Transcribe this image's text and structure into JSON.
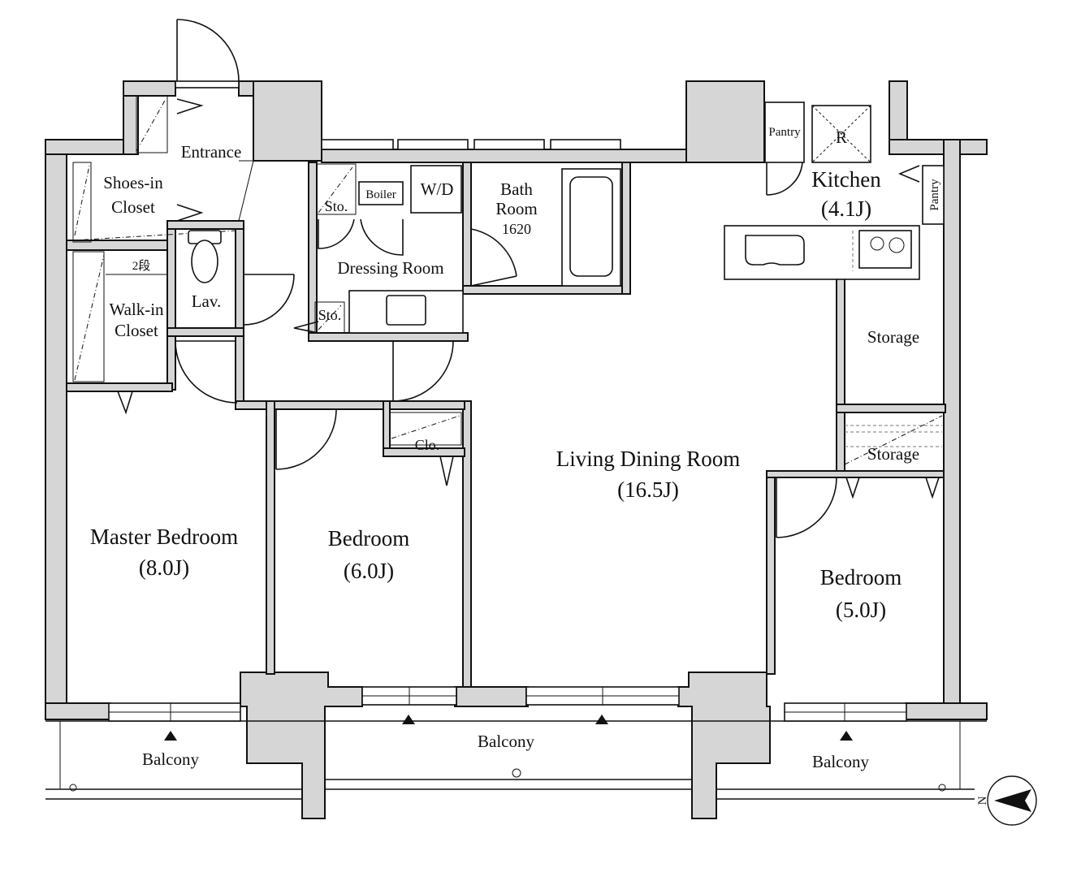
{
  "rooms": {
    "entrance": "Entrance",
    "shoes_closet_1": "Shoes-in",
    "shoes_closet_2": "Closet",
    "lav": "Lav.",
    "two_step": "2段",
    "walkin_1": "Walk-in",
    "walkin_2": "Closet",
    "storage_1": "Sto.",
    "boiler": "Boiler",
    "wd": "W/D",
    "dressing": "Dressing Room",
    "storage_2": "Sto.",
    "bath_1": "Bath",
    "bath_2": "Room",
    "bath_size": "1620",
    "pantry_top": "Pantry",
    "fridge": "R",
    "kitchen": "Kitchen",
    "kitchen_size": "(4.1J)",
    "pantry_side": "Pantry",
    "storage_large": "Storage",
    "storage_small": "Storage",
    "closet": "Clo.",
    "living": "Living Dining Room",
    "living_size": "(16.5J)",
    "master": "Master Bedroom",
    "master_size": "(8.0J)",
    "bed2": "Bedroom",
    "bed2_size": "(6.0J)",
    "bed3": "Bedroom",
    "bed3_size": "(5.0J)",
    "balcony_left": "Balcony",
    "balcony_mid": "Balcony",
    "balcony_right": "Balcony"
  },
  "compass": {
    "north": "N"
  }
}
